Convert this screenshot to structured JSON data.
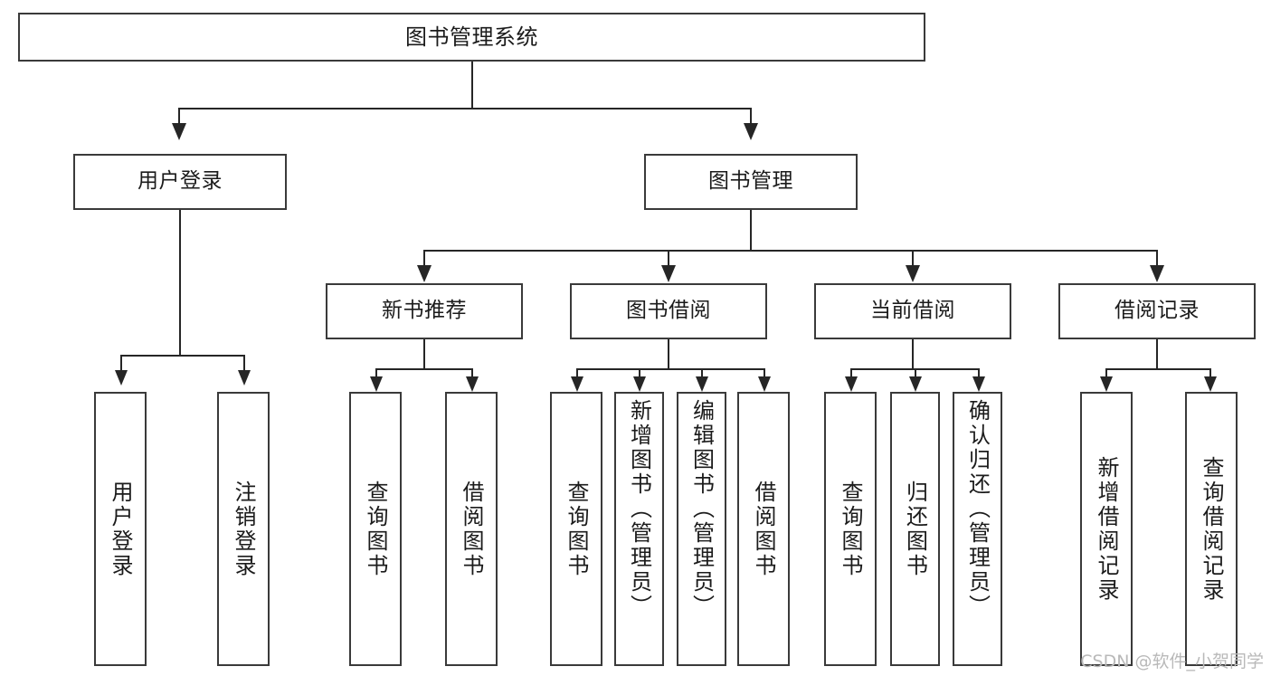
{
  "diagram": {
    "title": "图书管理系统",
    "type": "hierarchy-tree",
    "background_color": "#ffffff",
    "box_border_color": "#3a3a3a",
    "connector_color": "#262626",
    "root": {
      "label": "图书管理系统"
    },
    "level1": [
      {
        "label": "用户登录"
      },
      {
        "label": "图书管理"
      }
    ],
    "level2": [
      {
        "label": "新书推荐"
      },
      {
        "label": "图书借阅"
      },
      {
        "label": "当前借阅"
      },
      {
        "label": "借阅记录"
      }
    ],
    "leaves": {
      "user_login": [
        {
          "label": "用户登录"
        },
        {
          "label": "注销登录"
        }
      ],
      "new_book_recommend": [
        {
          "label": "查询图书"
        },
        {
          "label": "借阅图书"
        }
      ],
      "book_borrow": [
        {
          "label": "查询图书"
        },
        {
          "label": "新增图书（管理员）"
        },
        {
          "label": "编辑图书（管理员）"
        },
        {
          "label": "借阅图书"
        }
      ],
      "current_borrow": [
        {
          "label": "查询图书"
        },
        {
          "label": "归还图书"
        },
        {
          "label": "确认归还（管理员）"
        }
      ],
      "borrow_record": [
        {
          "label": "新增借阅记录"
        },
        {
          "label": "查询借阅记录"
        }
      ]
    }
  },
  "watermark": {
    "text": "CSDN @软件_小贺同学"
  }
}
